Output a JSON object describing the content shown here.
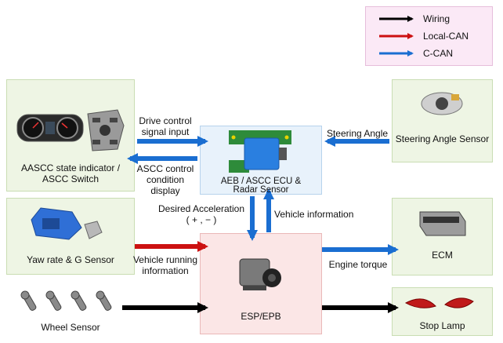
{
  "legend": {
    "items": [
      {
        "label": "Wiring",
        "color": "#000000"
      },
      {
        "label": "Local-CAN",
        "color": "#cc1111"
      },
      {
        "label": "C-CAN",
        "color": "#1a6ed1"
      }
    ]
  },
  "nodes": {
    "indicator": {
      "line1": "AASCC state indicator /",
      "line2": "ASCC  Switch"
    },
    "yaw": {
      "label": "Yaw rate & G Sensor"
    },
    "wheel": {
      "label": "Wheel Sensor"
    },
    "ecu": {
      "line1": "AEB / ASCC ECU &",
      "line2": "Radar Sensor"
    },
    "esp": {
      "label": "ESP/EPB"
    },
    "steer": {
      "label": "Steering Angle Sensor"
    },
    "ecm": {
      "label": "ECM"
    },
    "stop": {
      "label": "Stop Lamp"
    }
  },
  "edges": {
    "drive_control": {
      "line1": "Drive control",
      "line2": "signal input"
    },
    "ascc_display": {
      "line1": "ASCC control",
      "line2": "condition",
      "line3": "display"
    },
    "steering_angle": {
      "label": "Steering Angle"
    },
    "desired_accel": {
      "line1": "Desired Acceleration",
      "line2": "( + , − )"
    },
    "vehicle_info": {
      "label": "Vehicle information"
    },
    "vehicle_running": {
      "line1": "Vehicle running",
      "line2": "information"
    },
    "engine_torque": {
      "label": "Engine torque"
    }
  },
  "colors": {
    "wiring": "#000000",
    "local_can": "#cc1111",
    "c_can": "#1a6ed1"
  }
}
